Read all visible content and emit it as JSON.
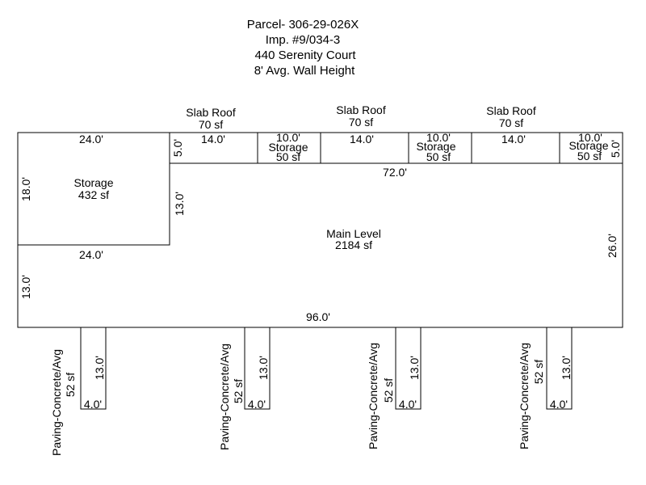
{
  "header": {
    "parcel": "Parcel- 306-29-026X",
    "improvement": "Imp. #9/034-3",
    "address": "440 Serenity Court",
    "wall_height": "8' Avg. Wall Height"
  },
  "main_level": {
    "name": "Main Level",
    "area": "2184 sf",
    "dims": {
      "bottom": "96.0'",
      "top": "72.0'",
      "right": "26.0'",
      "left_inner": "13.0'",
      "left_outer": "13.0'"
    }
  },
  "storage_main": {
    "name": "Storage",
    "area": "432 sf",
    "dims": {
      "top": "24.0'",
      "bottom": "24.0'",
      "left": "18.0'"
    }
  },
  "slab_roofs": [
    {
      "name": "Slab Roof",
      "area": "70 sf",
      "width": "14.0'",
      "depth": "5.0'"
    },
    {
      "name": "Slab Roof",
      "area": "70 sf",
      "width": "14.0'"
    },
    {
      "name": "Slab Roof",
      "area": "70 sf",
      "width": "14.0'"
    }
  ],
  "small_storages": [
    {
      "name": "Storage",
      "area": "50 sf",
      "width": "10.0'"
    },
    {
      "name": "Storage",
      "area": "50 sf",
      "width": "10.0'"
    },
    {
      "name": "Storage",
      "area": "50 sf",
      "width": "10.0'",
      "depth": "5.0'"
    }
  ],
  "pavings": [
    {
      "name": "Paving-Concrete/Avg",
      "area": "52 sf",
      "width": "4.0'",
      "length": "13.0'"
    },
    {
      "name": "Paving-Concrete/Avg",
      "area": "52 sf",
      "width": "4.0'",
      "length": "13.0'"
    },
    {
      "name": "Paving-Concrete/Avg",
      "area": "52 sf",
      "width": "4.0'",
      "length": "13.0'"
    },
    {
      "name": "Paving-Concrete/Avg",
      "area": "52 sf",
      "width": "4.0'",
      "length": "13.0'"
    }
  ]
}
